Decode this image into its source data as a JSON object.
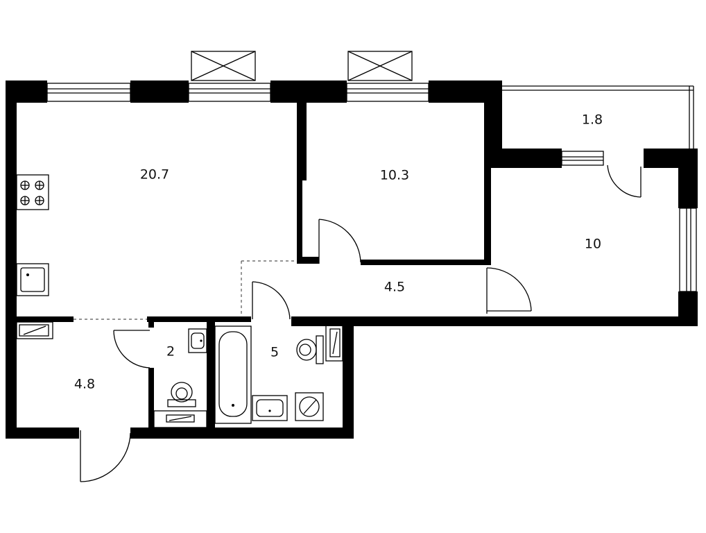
{
  "rooms": [
    {
      "id": "living-kitchen",
      "area": "20.7"
    },
    {
      "id": "bedroom",
      "area": "10.3"
    },
    {
      "id": "balcony",
      "area": "1.8"
    },
    {
      "id": "room",
      "area": "10"
    },
    {
      "id": "corridor",
      "area": "4.5"
    },
    {
      "id": "hall",
      "area": "4.8"
    },
    {
      "id": "toilet",
      "area": "2"
    },
    {
      "id": "bathroom",
      "area": "5"
    }
  ],
  "colors": {
    "wall": "#000000",
    "background": "#ffffff"
  }
}
